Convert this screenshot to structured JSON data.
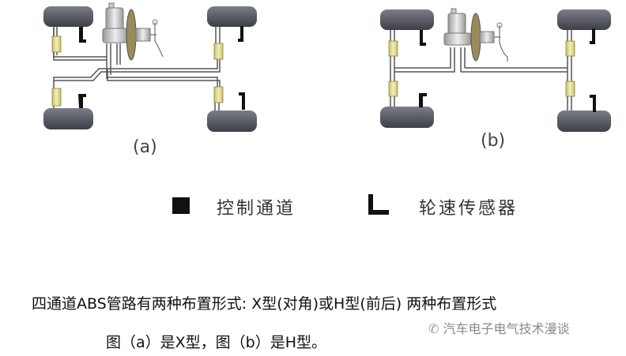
{
  "diagram_a": {
    "label": "(a)"
  },
  "diagram_b": {
    "label": "(b)"
  },
  "legend": {
    "control_channel": "控制通道",
    "wheel_speed_sensor": "轮速传感器"
  },
  "caption": {
    "line1": "四通道ABS管路有两种布置形式: X型(对角)或H型(前后) 两种布置形式",
    "line2": "图（a）是X型，图（b）是H型。"
  },
  "watermark": "汽车电子电气技术漫谈",
  "colors": {
    "tire": "#5a5d66",
    "valve": "#e8e0a0",
    "pipe": "#555555"
  }
}
